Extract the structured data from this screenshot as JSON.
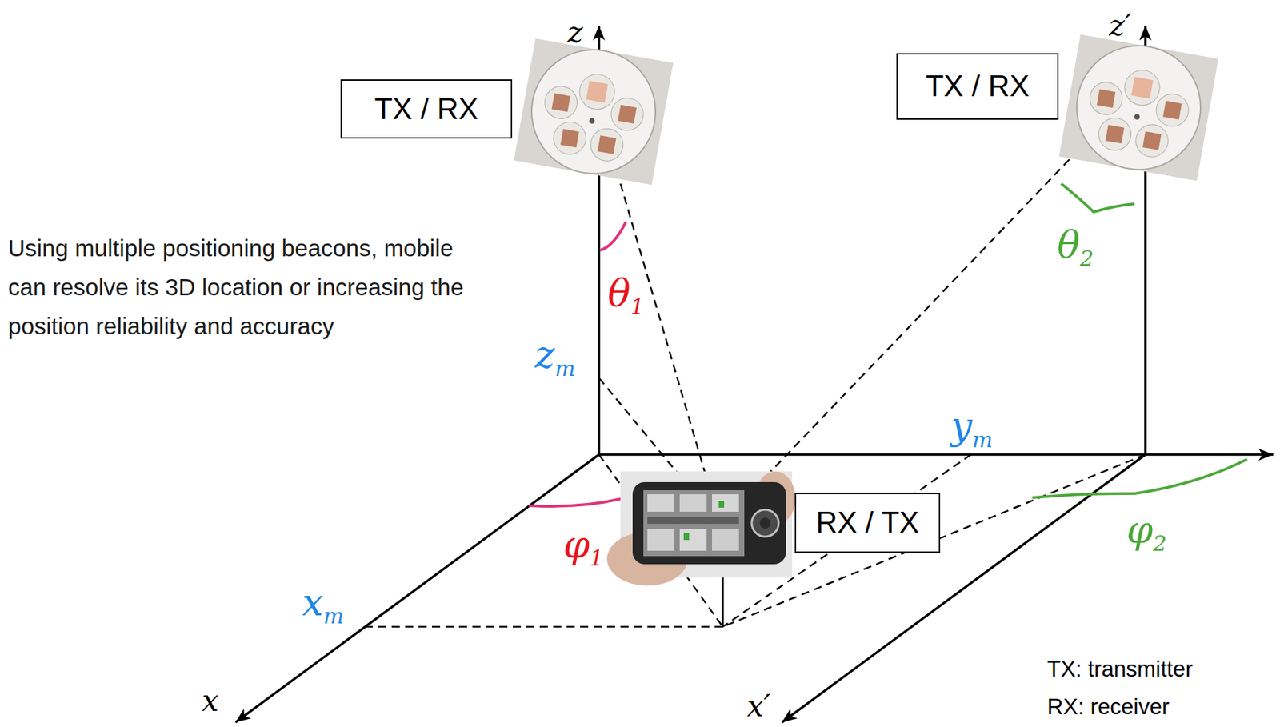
{
  "diagram": {
    "nodes": [
      {
        "text": [
          "TX / RX"
        ]
      },
      {
        "text": [
          "TX / RX"
        ]
      },
      {
        "text": [
          "RX / TX"
        ]
      }
    ],
    "labels": [
      "z",
      "z′",
      "x",
      "x′",
      "θ1",
      "zm",
      "ym",
      "xm",
      "φ1",
      "θ2",
      "φ2",
      "Using multiple positioning beacons, mobile can resolve its 3D location or increasing the position reliability and accuracy",
      "TX: transmitter",
      "RX: receiver"
    ]
  }
}
